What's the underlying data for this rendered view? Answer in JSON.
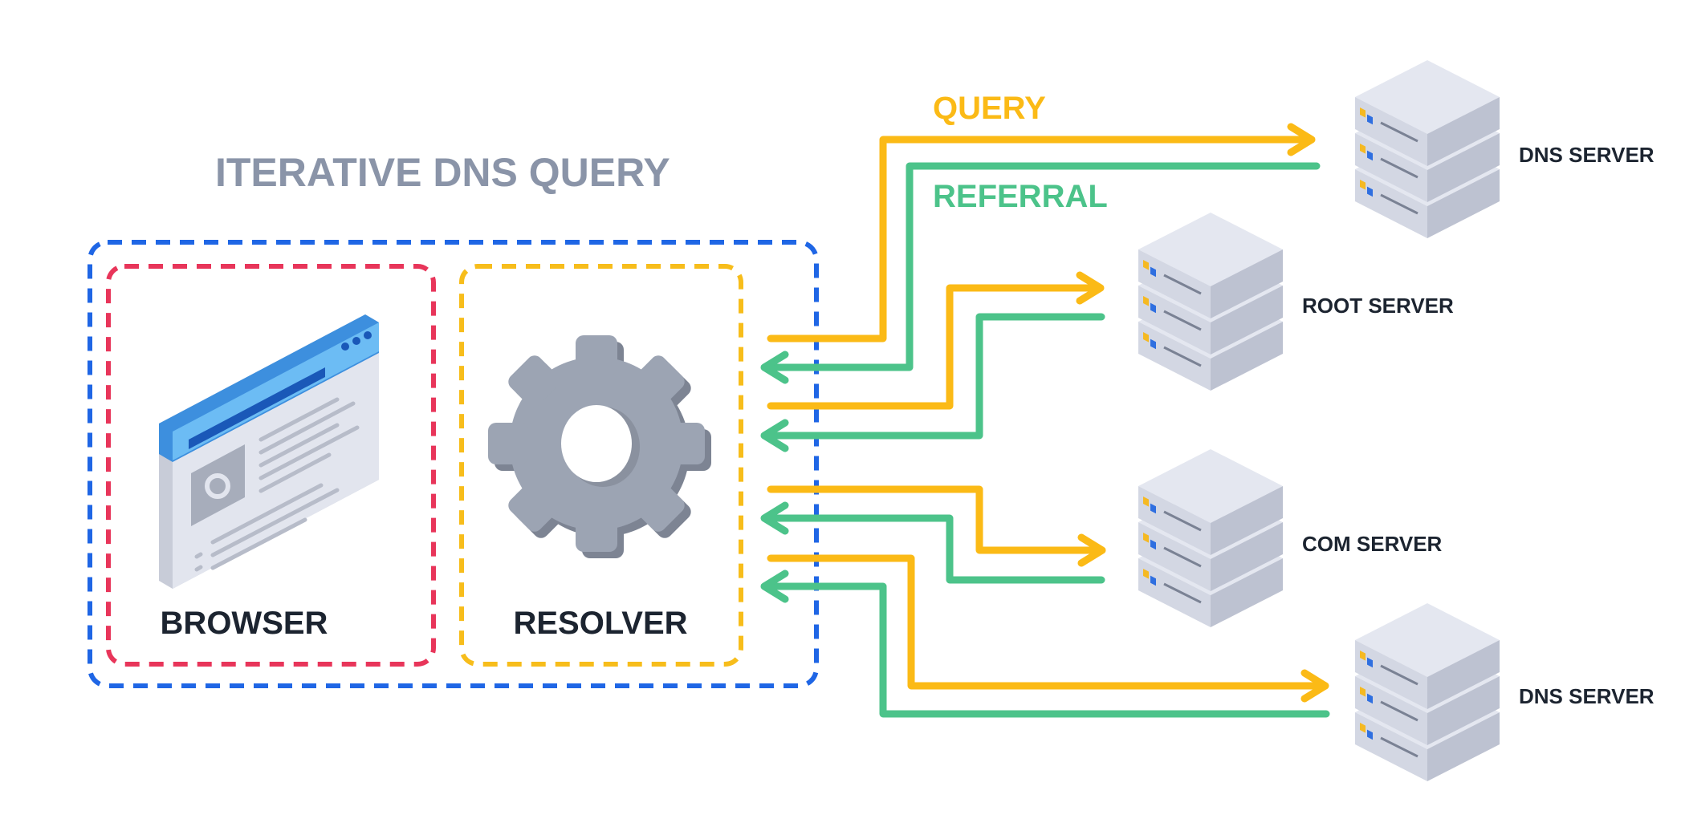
{
  "title": "ITERATIVE DNS QUERY",
  "legend": {
    "query": "QUERY",
    "referral": "REFERRAL"
  },
  "components": {
    "browser": "BROWSER",
    "resolver": "RESOLVER"
  },
  "servers": [
    {
      "name": "DNS SERVER"
    },
    {
      "name": "ROOT SERVER"
    },
    {
      "name": "COM SERVER"
    },
    {
      "name": "DNS SERVER"
    }
  ],
  "colors": {
    "title": "#8a94a8",
    "query": "#fbba16",
    "referral": "#4cc38a",
    "outer_box": "#1f66e5",
    "browser_box": "#e8355a",
    "resolver_box": "#f7bd1b",
    "label": "#1c2430",
    "gear": "#9ca4b3",
    "server_top": "#e3e6ef",
    "server_side": "#c4c9d6"
  },
  "icons": {
    "browser": "browser-window-icon",
    "resolver": "gear-icon",
    "server": "server-rack-icon"
  }
}
